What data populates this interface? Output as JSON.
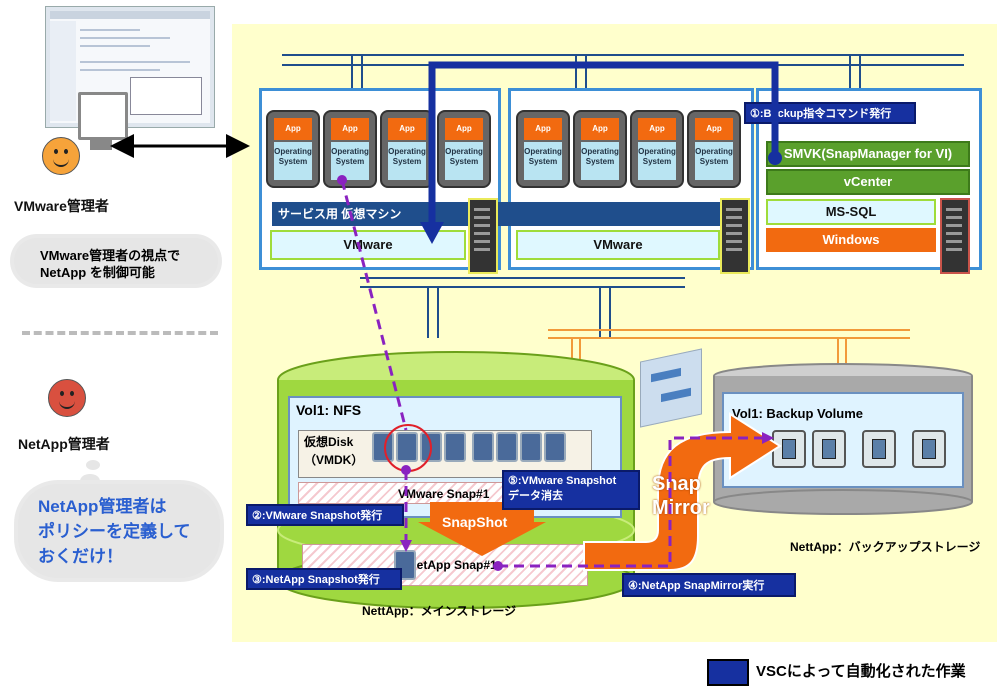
{
  "left_panel": {
    "vmware_admin_label": "VMware管理者",
    "vmware_admin_bubble": [
      "VMware管理者の視点で",
      "NetApp を制御可能"
    ],
    "netapp_admin_label": "NetApp管理者",
    "netapp_admin_bubble": [
      "NetApp管理者は",
      "ポリシーを定義して",
      "おくだけ！"
    ]
  },
  "vm_labels": {
    "app": "App",
    "os": [
      "Operating",
      "System"
    ]
  },
  "hosts": {
    "service_vm_label": "サービス用 仮想マシン",
    "vmware_label": "VMware",
    "vmware_label_2": "VMware"
  },
  "mgmt_stack": {
    "smvk": "SMVK(SnapManager for VI)",
    "vcenter": "vCenter",
    "mssql": "MS-SQL",
    "windows": "Windows"
  },
  "main_storage": {
    "vol_label": "Vol1: NFS",
    "vdisk_label_1": "仮想Disk",
    "vdisk_label_2": "（VMDK）",
    "vmware_snap": "VMware Snap#1",
    "netapp_snap": "NetApp Snap#1",
    "snapshot_arrow": "SnapShot",
    "caption": "NettApp：メインストレージ"
  },
  "backup_storage": {
    "vol_label": "Vol1: Backup Volume",
    "caption": "NettApp：バックアップストレージ"
  },
  "snapmirror_label": [
    "Snap",
    "Mirror"
  ],
  "steps": {
    "step1": "①:Backup指令コマンド発行",
    "step2": "②:VMware Snapshot発行",
    "step3": "③:NetApp Snapshot発行",
    "step4": "④:NetApp SnapMirror実行",
    "step5_line1": "⑤:VMware Snapshot",
    "step5_line2": "データ消去"
  },
  "legend": {
    "text": "VSCによって自動化された作業"
  },
  "colors": {
    "vsc_blue": "#1630a0",
    "storage_green": "#8fd12a",
    "snapmirror_orange": "#f26a10",
    "host_border": "#3d8fd6"
  }
}
